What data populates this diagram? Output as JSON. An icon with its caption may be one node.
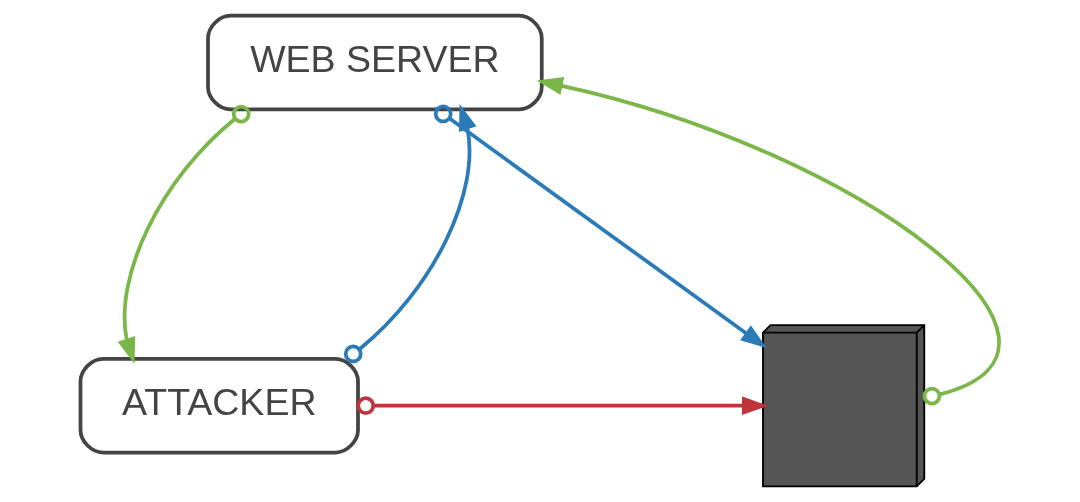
{
  "diagram": {
    "nodes": [
      {
        "text": [
          "ATTACKER"
        ]
      },
      {
        "text": [
          "WEB SERVER"
        ]
      },
      {
        "text": [],
        "shape": "picture"
      }
    ],
    "edges": [
      {
        "from": 0,
        "to": 1,
        "arrow": "to",
        "color": "#2b7bb9"
      },
      {
        "from": 1,
        "to": 0,
        "arrow": "to",
        "color": "#7ab648"
      },
      {
        "from": 1,
        "to": 2,
        "arrow": "to",
        "color": "#2b7bb9"
      },
      {
        "from": 2,
        "to": 1,
        "arrow": "to",
        "color": "#7ab648"
      },
      {
        "from": 0,
        "to": 2,
        "arrow": "to",
        "color": "#c0343c"
      }
    ]
  }
}
